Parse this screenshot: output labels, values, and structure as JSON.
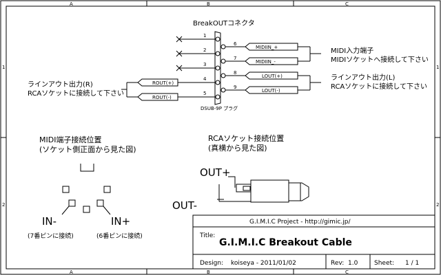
{
  "border": {
    "cols": [
      "A",
      "B",
      "C"
    ],
    "rows": [
      "1",
      "2"
    ]
  },
  "connector": {
    "title": "BreakOUTコネクタ",
    "part": "DSUB-9P プラグ",
    "pins": [
      "1",
      "2",
      "3",
      "4",
      "5",
      "6",
      "7",
      "8",
      "9"
    ]
  },
  "nets": {
    "midiin_plus": "MIDIIN_+",
    "midiin_minus": "MIDIIN_-",
    "lout_plus": "LOUT(+)",
    "lout_minus": "LOUT(-)",
    "rout_plus": "ROUT(+)",
    "rout_minus": "ROUT(-)"
  },
  "notes": {
    "midi_line1": "MIDI入力端子",
    "midi_line2": "MIDIソケットへ接続して下さい",
    "lout_line1": "ラインアウト出力(L)",
    "lout_line2": "RCAソケットに接続して下さい",
    "rout_line1": "ラインアウト出力(R)",
    "rout_line2": "RCAソケットに接続して下さい"
  },
  "midi_section": {
    "title1": "MIDI端子接続位置",
    "title2": "(ソケット側正面から見た図)",
    "in_minus": "IN-",
    "in_plus": "IN+",
    "in_minus_note": "(7番ピンに接続)",
    "in_plus_note": "(6番ピンに接続)"
  },
  "rca_section": {
    "title1": "RCAソケット接続位置",
    "title2": "(真横から見た図)",
    "out_plus": "OUT+",
    "out_minus": "OUT-"
  },
  "title_block": {
    "project": "G.I.M.I.C Project - http://gimic.jp/",
    "title_label": "Title:",
    "title": "G.I.M.I.C Breakout Cable",
    "design_label": "Design:",
    "design": "koiseya - 2011/01/02",
    "rev_label": "Rev:",
    "rev": "1.0",
    "sheet_label": "Sheet:",
    "sheet": "1 / 1"
  }
}
